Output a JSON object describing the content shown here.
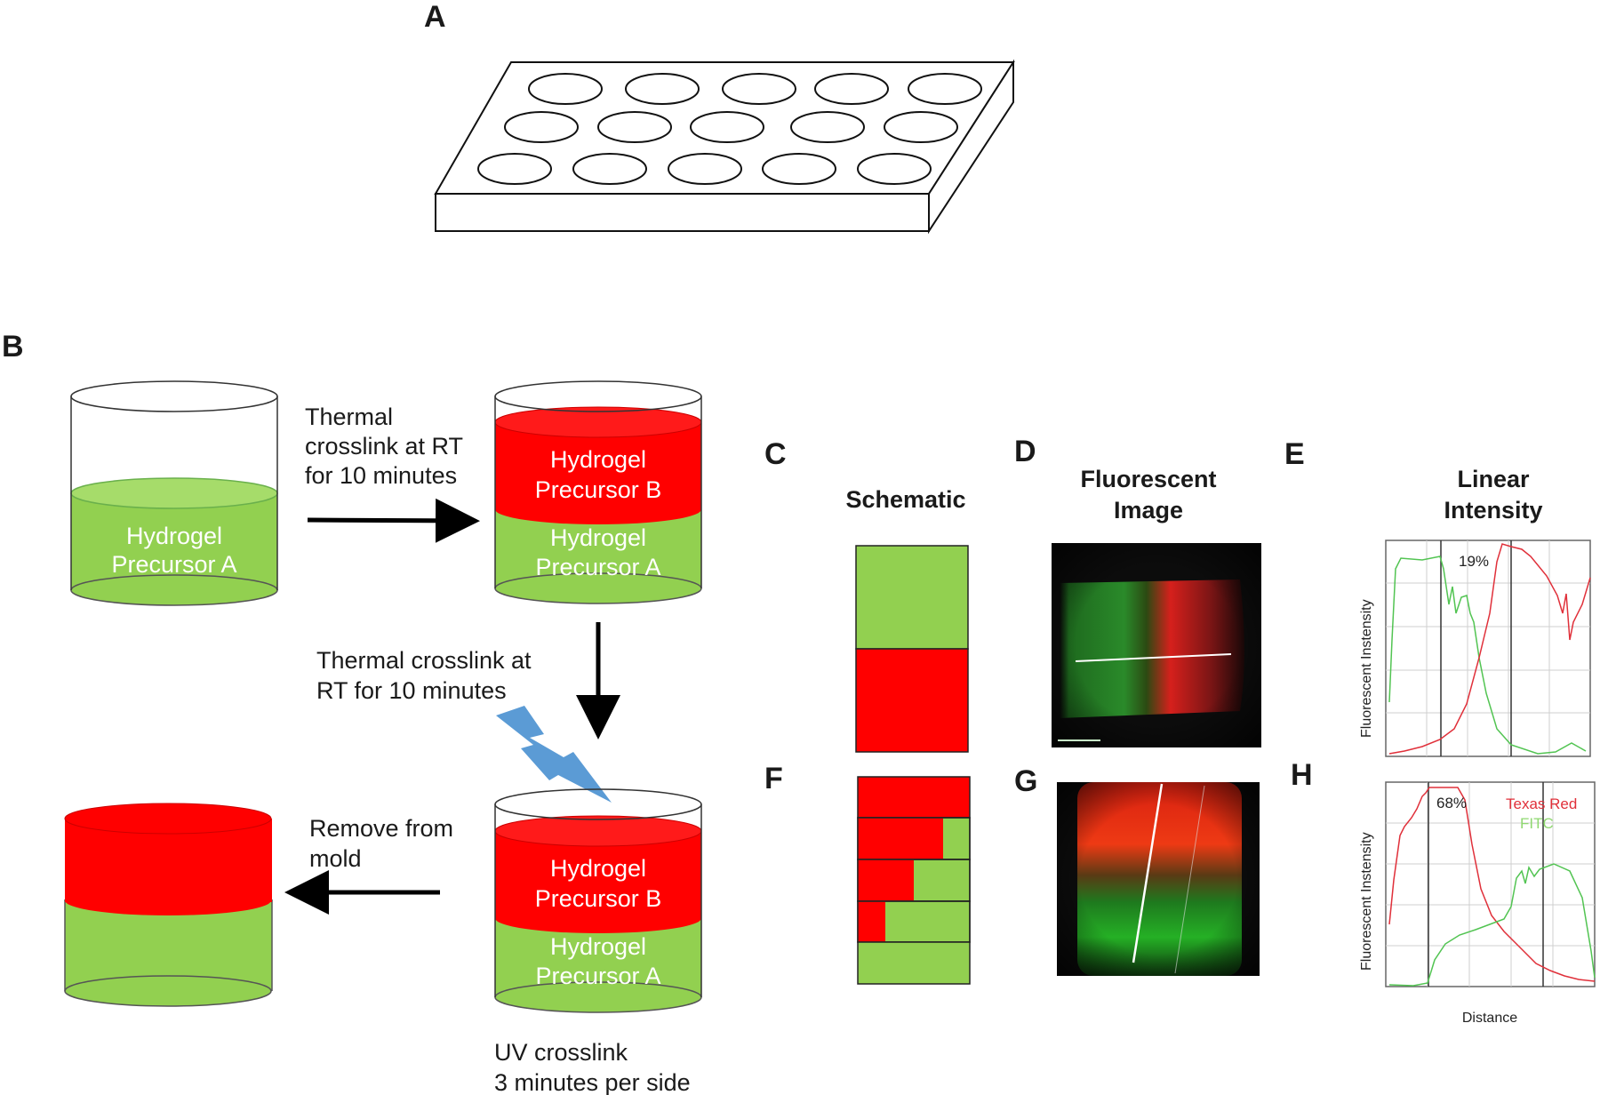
{
  "panels": {
    "a": "A",
    "b": "B",
    "c": "C",
    "d": "D",
    "e": "E",
    "f": "F",
    "g": "G",
    "h": "H"
  },
  "steps": {
    "thermal_1": [
      "Thermal",
      "crosslink at RT",
      "for 10 minutes"
    ],
    "thermal_2": [
      "Thermal crosslink at",
      "RT for 10 minutes"
    ],
    "remove": [
      "Remove from",
      "mold"
    ],
    "uv": [
      "UV crosslink",
      "3 minutes per side"
    ]
  },
  "cylinders": {
    "precursor_a": [
      "Hydrogel",
      "Precursor A"
    ],
    "precursor_b": [
      "Hydrogel",
      "Precursor B"
    ]
  },
  "column_headers": {
    "schematic": "Schematic",
    "fluorescent": [
      "Fluorescent",
      "Image"
    ],
    "linear": [
      "Linear",
      "Intensity"
    ]
  },
  "plot_e": {
    "percent": "19%",
    "ylabel": "Fluorescent Instensity"
  },
  "plot_h": {
    "percent": "68%",
    "legend_red": "Texas Red",
    "legend_green": "FITC",
    "ylabel": "Fluorescent Instensity",
    "xlabel": "Distance"
  },
  "colors": {
    "green": "#92d050",
    "green_edge": "#6ab04c",
    "red": "#ff0000",
    "lightning": "#5b9bd5",
    "trace_red": "#e0303a",
    "trace_green": "#52c452"
  }
}
